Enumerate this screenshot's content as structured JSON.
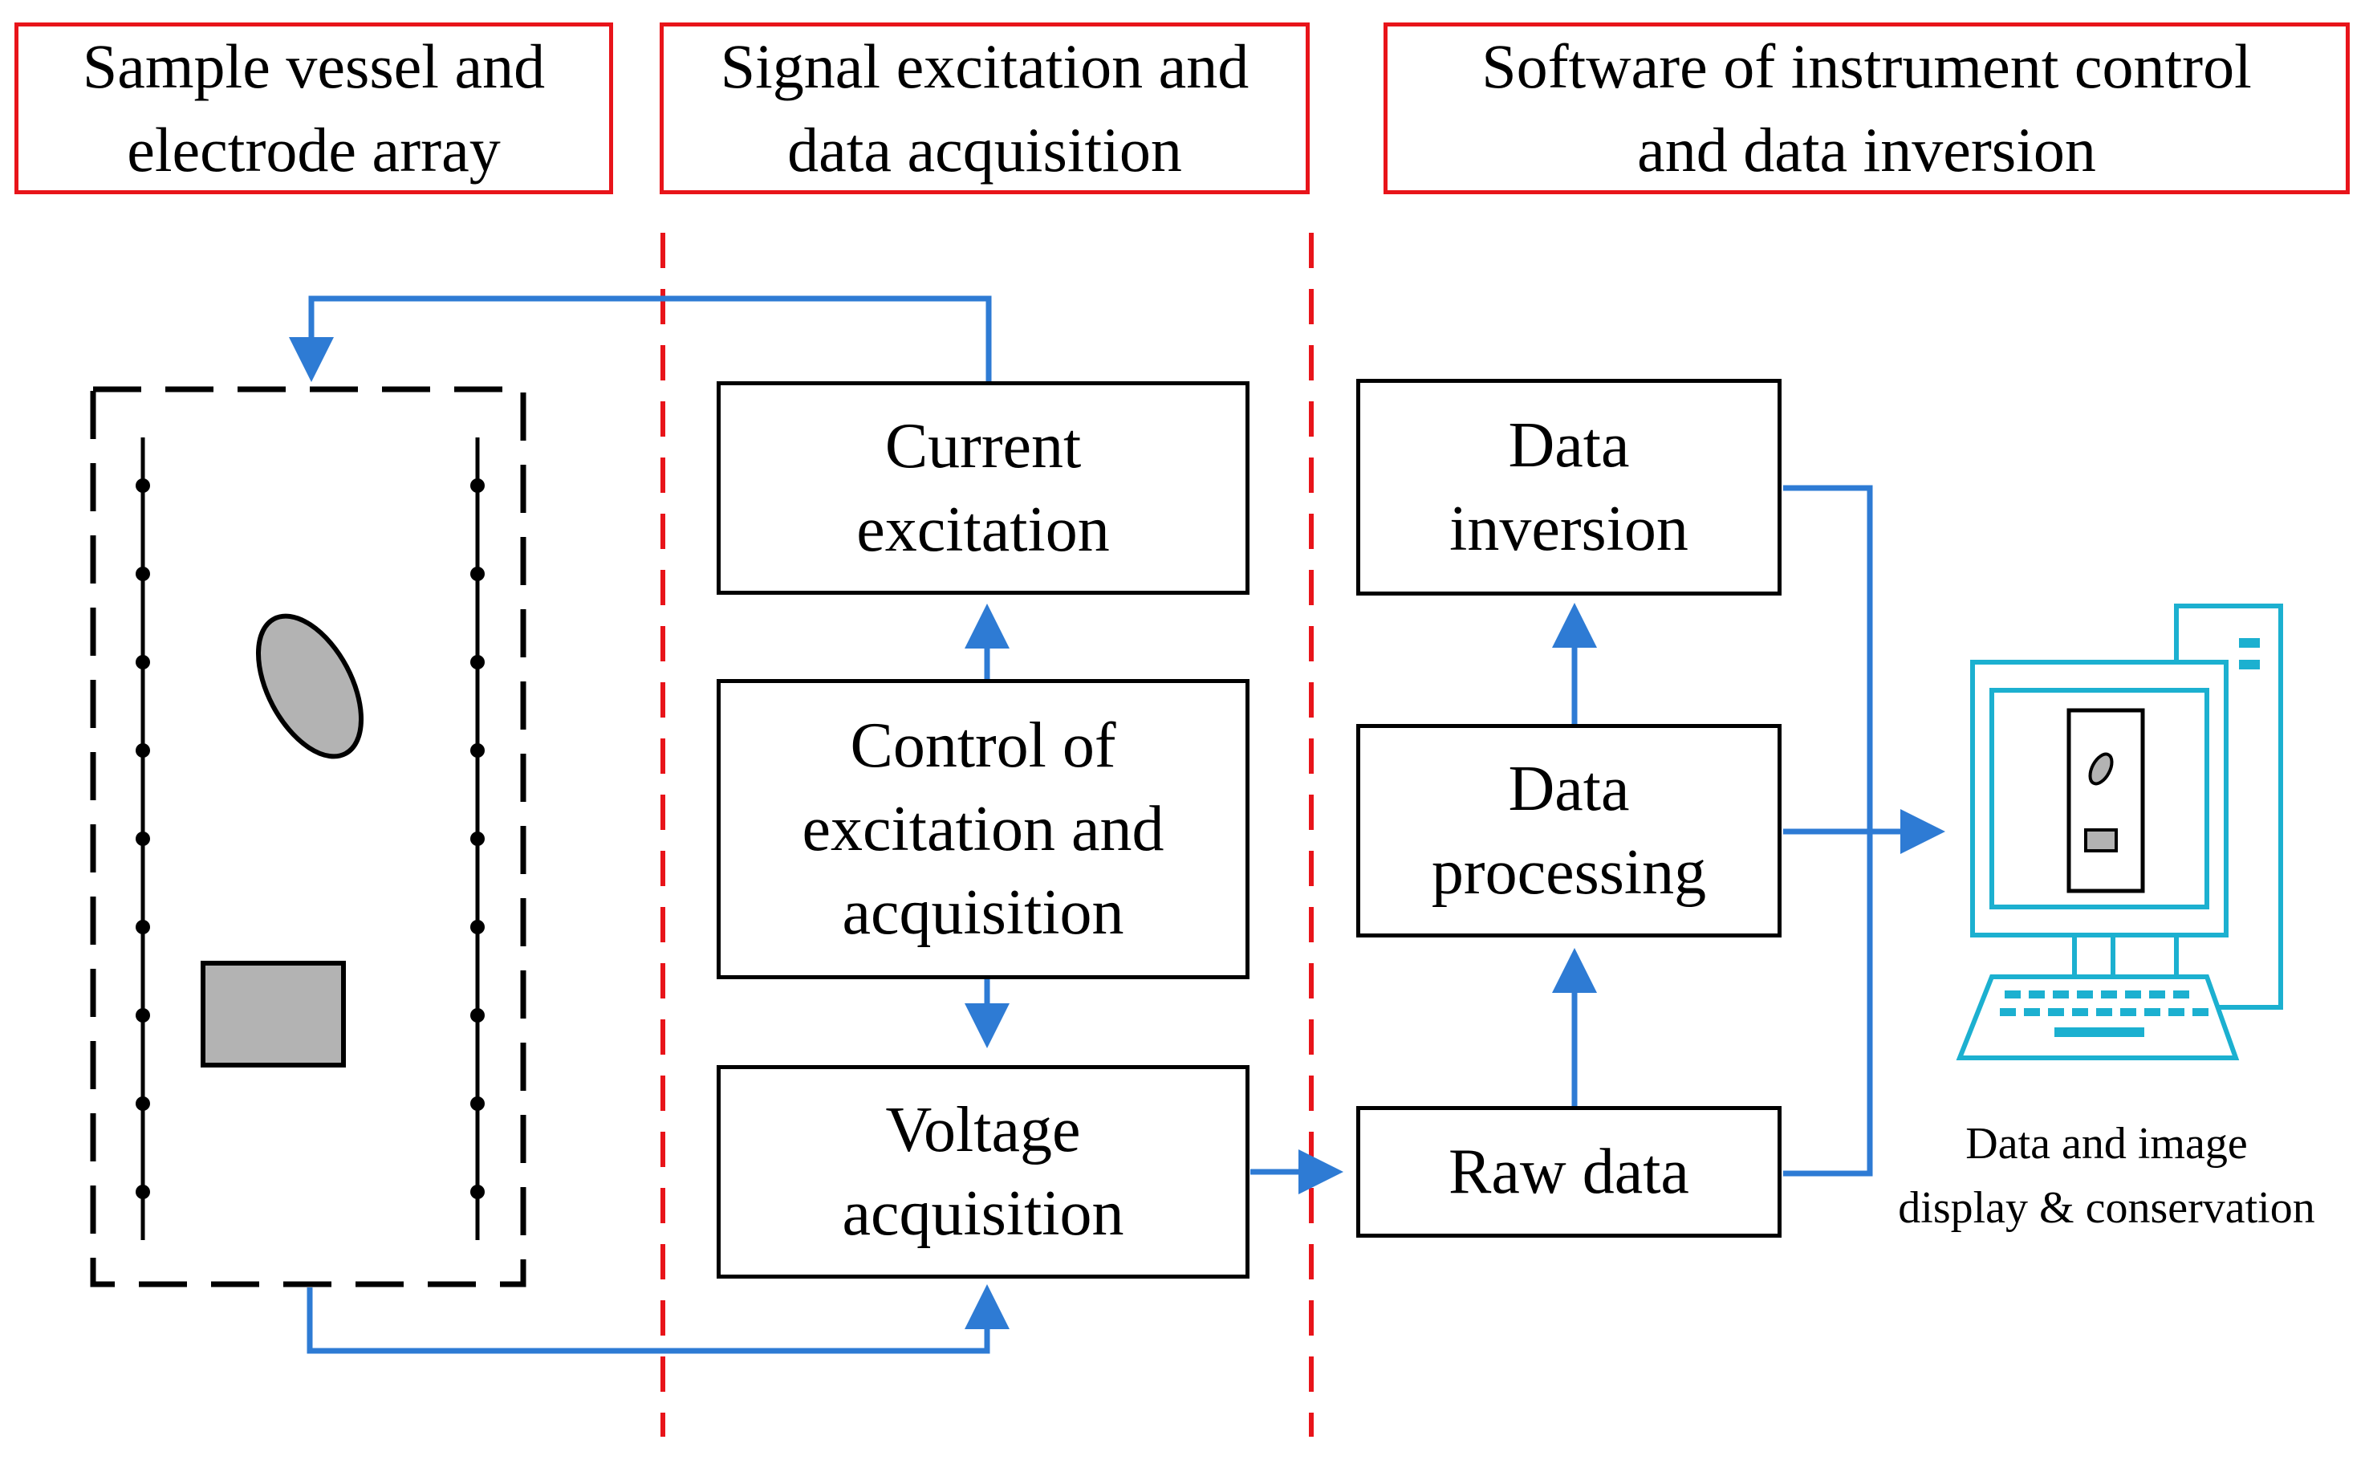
{
  "headers": {
    "sample": {
      "line1": "Sample vessel and",
      "line2": "electrode array"
    },
    "signal": {
      "line1": "Signal excitation and",
      "line2": "data acquisition"
    },
    "software": {
      "line1": "Software of instrument control",
      "line2": "and data inversion"
    }
  },
  "boxes": {
    "current_excitation": {
      "line1": "Current",
      "line2": "excitation"
    },
    "control": {
      "line1": "Control of",
      "line2": "excitation and",
      "line3": "acquisition"
    },
    "voltage": {
      "line1": "Voltage",
      "line2": "acquisition"
    },
    "data_inversion": {
      "line1": "Data",
      "line2": "inversion"
    },
    "data_processing": {
      "line1": "Data",
      "line2": "processing"
    },
    "raw_data": {
      "line1": "Raw data"
    }
  },
  "computer_caption": {
    "line1": "Data and image",
    "line2": "display & conservation"
  },
  "colors": {
    "header_border": "#e8141a",
    "divider": "#e8141a",
    "arrow": "#2e7bd4",
    "computer": "#1cb0d0",
    "object_fill": "#b3b3b3"
  }
}
